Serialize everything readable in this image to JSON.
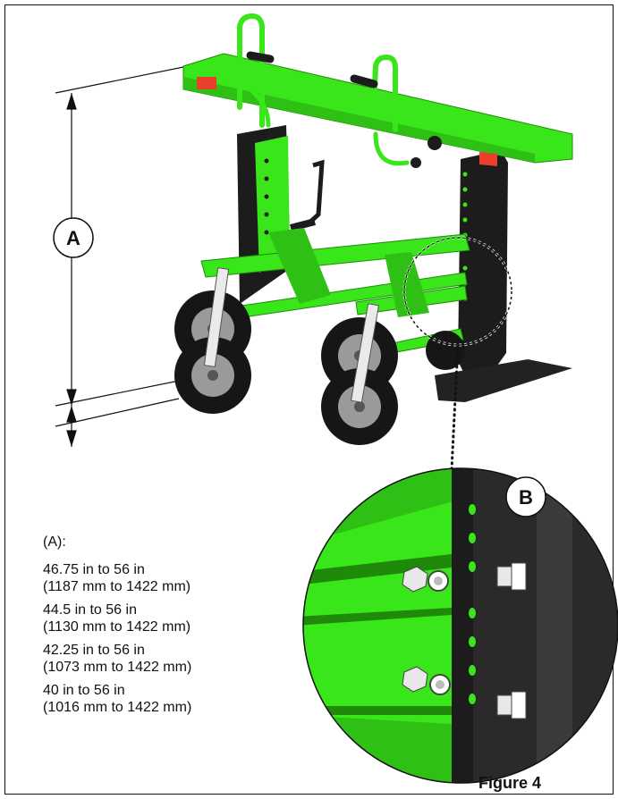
{
  "callouts": {
    "a": "A",
    "b": "B"
  },
  "dimensions": {
    "header": "(A):",
    "ranges": [
      {
        "line1": "46.75 in to 56 in",
        "line2": "(1187 mm to 1422 mm)"
      },
      {
        "line1": "44.5 in to 56 in",
        "line2": "(1130 mm to 1422 mm)"
      },
      {
        "line1": "42.25 in to 56 in",
        "line2": "(1073 mm to 1422 mm)"
      },
      {
        "line1": "40 in to 56 in",
        "line2": "(1016 mm to 1422 mm)"
      }
    ]
  },
  "figure_label": "Figure 4",
  "colors": {
    "frame_green": "#39e61a",
    "dark_green": "#1f8a0a",
    "post_black": "#1c1c1c",
    "reflector_red": "#e8402a",
    "tire_black": "#161616",
    "hub_gray": "#9a9a9a"
  }
}
